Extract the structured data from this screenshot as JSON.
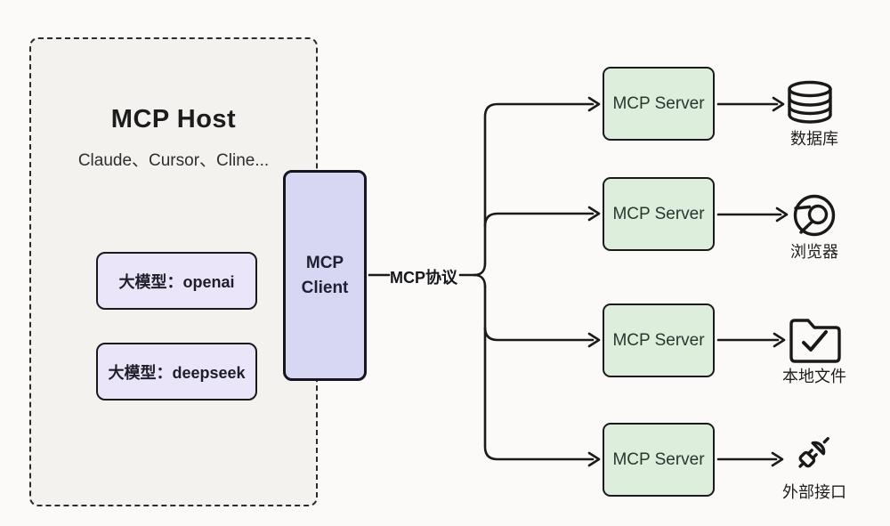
{
  "host": {
    "title": "MCP Host",
    "subtitle": "Claude、Cursor、Cline...",
    "models": [
      {
        "label": "大模型：openai"
      },
      {
        "label": "大模型：deepseek"
      }
    ]
  },
  "client": {
    "label": "MCP Client"
  },
  "protocol": {
    "label": "MCP协议"
  },
  "servers": [
    {
      "label": "MCP Server",
      "target": {
        "icon": "database-icon",
        "label": "数据库"
      }
    },
    {
      "label": "MCP Server",
      "target": {
        "icon": "browser-icon",
        "label": "浏览器"
      }
    },
    {
      "label": "MCP Server",
      "target": {
        "icon": "local-files-icon",
        "label": "本地文件"
      }
    },
    {
      "label": "MCP Server",
      "target": {
        "icon": "plug-icon",
        "label": "外部接口"
      }
    }
  ],
  "colors": {
    "page-bg": "#fbfaf8",
    "host-bg": "#f4f2ef",
    "host-border": "#2b2b2b",
    "model-bg": "#ebe5f9",
    "client-bg": "#d8d7f3",
    "server-bg": "#ddefdc",
    "box-border": "#1a1a1a",
    "line": "#1a1a1a",
    "text-dark": "#1d1d1d"
  }
}
